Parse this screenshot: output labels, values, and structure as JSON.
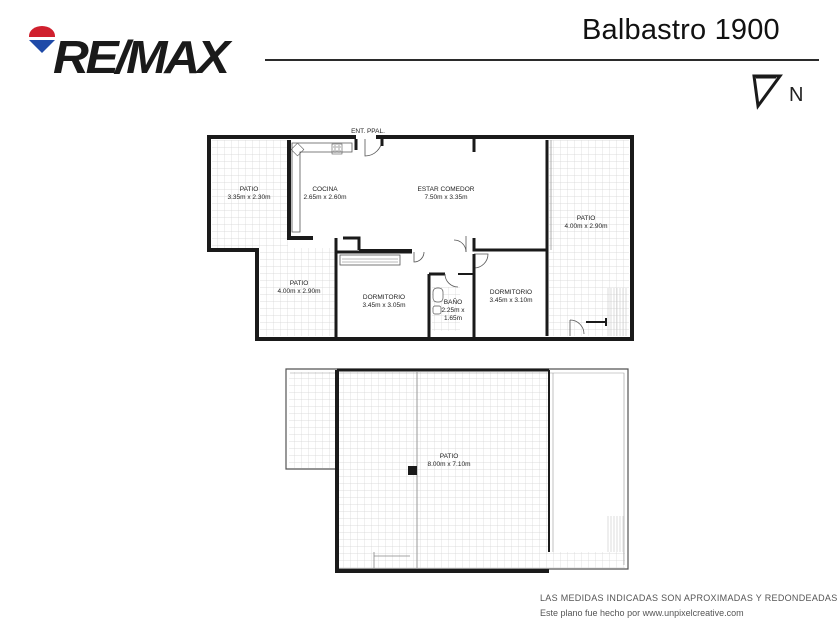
{
  "header": {
    "title": "Balbastro 1900",
    "brand": "RE/MAX",
    "north_label": "N"
  },
  "plan": {
    "entrance_label": "ENT. PPAL.",
    "rooms": [
      {
        "id": "patio-west",
        "name": "PATIO",
        "dims": "3.35m x 2.30m"
      },
      {
        "id": "cocina",
        "name": "COCINA",
        "dims": "2.65m x 2.60m"
      },
      {
        "id": "estar-comedor",
        "name": "ESTAR COMEDOR",
        "dims": "7.50m x 3.35m"
      },
      {
        "id": "patio-east",
        "name": "PATIO",
        "dims": "4.00m x 2.90m"
      },
      {
        "id": "patio-southwest",
        "name": "PATIO",
        "dims": "4.00m x 2.90m"
      },
      {
        "id": "dormitorio-1",
        "name": "DORMITORIO",
        "dims": "3.45m x 3.05m"
      },
      {
        "id": "bano",
        "name": "BAÑO",
        "dims": "2.25m x",
        "dims2": "1.65m"
      },
      {
        "id": "dormitorio-2",
        "name": "DORMITORIO",
        "dims": "3.45m x 3.10m"
      },
      {
        "id": "patio-terraza",
        "name": "PATIO",
        "dims": "8.00m x 7.10m"
      }
    ]
  },
  "footer": {
    "disclaimer": "LAS MEDIDAS INDICADAS SON APROXIMADAS Y REDONDEADAS",
    "credit": "Este plano fue hecho por www.unpixelcreative.com"
  },
  "colors": {
    "wall": "#1a1a1a",
    "grid": "#d6d6d6",
    "brand_red": "#d0202e",
    "brand_blue": "#1f4aa8"
  }
}
